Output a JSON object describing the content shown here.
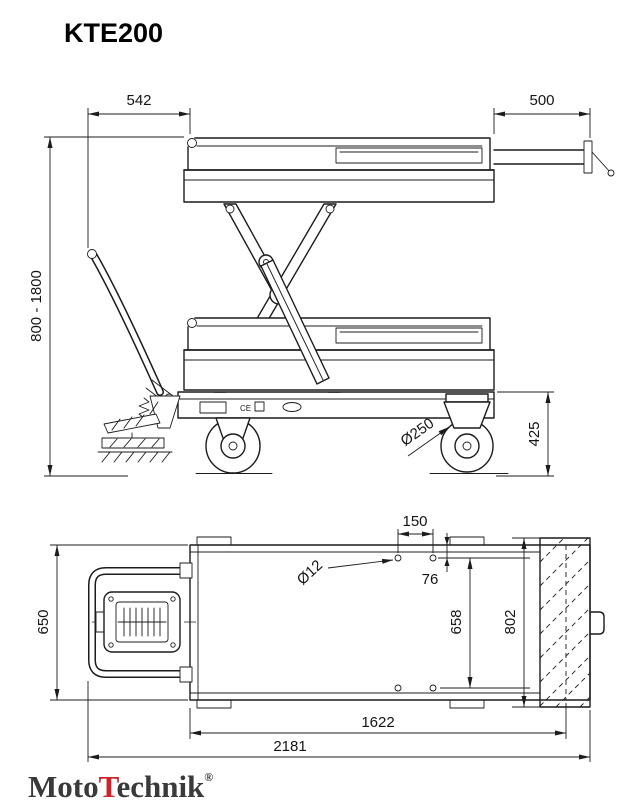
{
  "title": "KTE200",
  "side_view": {
    "dim_overhang": "542",
    "dim_extension": "500",
    "dim_height_range": "800 - 1800",
    "dim_wheel_diameter": "Ø250",
    "dim_chassis_height": "425",
    "ce_mark": "CE"
  },
  "top_view": {
    "dim_hole_spacing": "150",
    "dim_hole_offset": "76",
    "dim_hole_diameter": "Ø12",
    "dim_handle_width": "650",
    "dim_inner_width": "658",
    "dim_overall_width": "802",
    "dim_platform_length": "1622",
    "dim_overall_length": "2181"
  },
  "logo": {
    "part_moto": "Moto",
    "part_t": "T",
    "part_echnik": "echnik",
    "registered": "®"
  },
  "colors": {
    "line": "#1c1c1c",
    "accent_red": "#c9252b",
    "logo_text": "#3a3a3a"
  }
}
